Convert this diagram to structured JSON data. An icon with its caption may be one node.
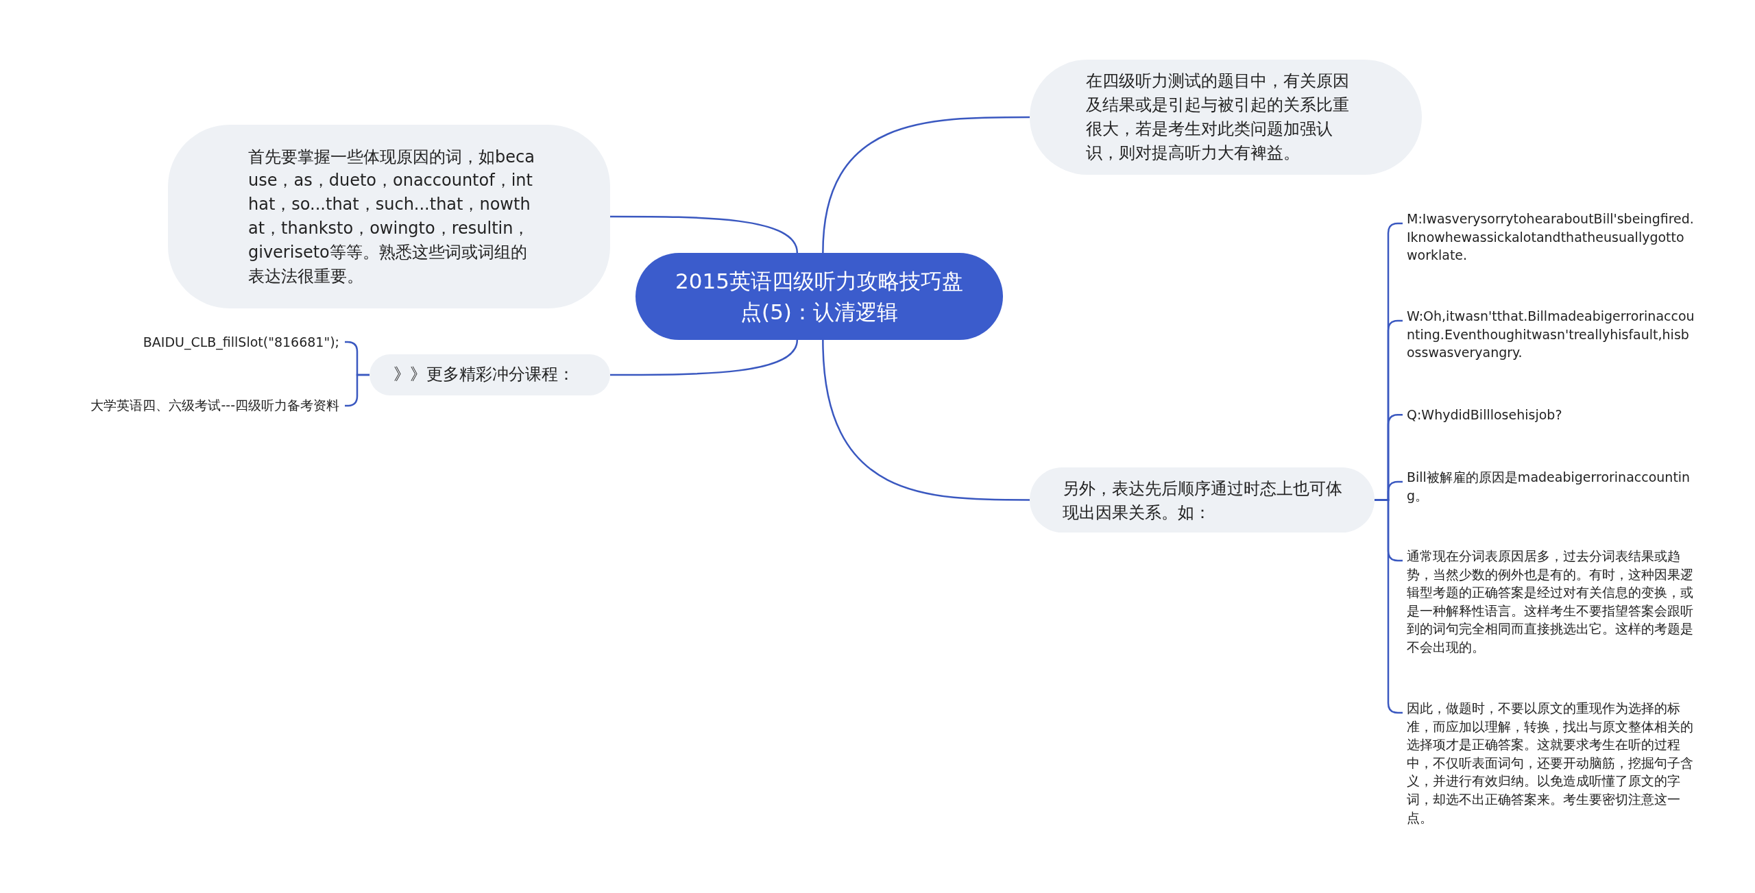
{
  "diagram": {
    "nodes": [
      {
        "text": [
          "2015英语四级听力攻略技巧盘点(5)：认清逻辑"
        ]
      },
      {
        "text": [
          "首先要掌握一些体现原因的词，如because，as，dueto，onaccountof，inthat，so...that，such...that，nowthat，thanksto，owingto，resultin，giveriseto等等。熟悉这些词或词组的表达法很重要。"
        ]
      },
      {
        "text": [
          "》》更多精彩冲分课程："
        ]
      },
      {
        "text": [
          "BAIDU_CLB_fillSlot(\"816681\");"
        ]
      },
      {
        "text": [
          "大学英语四、六级考试---四级听力备考资料"
        ]
      },
      {
        "text": [
          "在四级听力测试的题目中，有关原因及结果或是引起与被引起的关系比重很大，若是考生对此类问题加强认识，则对提高听力大有裨益。"
        ]
      },
      {
        "text": [
          "另外，表达先后顺序通过时态上也可体现出因果关系。如："
        ]
      },
      {
        "text": [
          "M:IwasverysorrytohearaboutBill'sbeingfired.Iknowhewassickalotandthatheusuallygottoworklate."
        ]
      },
      {
        "text": [
          "W:Oh,itwasn'tthat.Billmadeabigerrorinaccounting.Eventhoughitwasn'treallyhisfault,hisbosswasveryangry."
        ]
      },
      {
        "text": [
          "Q:WhydidBilllosehisjob?"
        ]
      },
      {
        "text": [
          "Bill被解雇的原因是madeabigerrorinaccounting。"
        ]
      },
      {
        "text": [
          "通常现在分词表原因居多，过去分词表结果或趋势，当然少数的例外也是有的。有时，这种因果逻辑型考题的正确答案是经过对有关信息的变换，或是一种解释性语言。这样考生不要指望答案会跟听到的词句完全相同而直接挑选出它。这样的考题是不会出现的。"
        ]
      },
      {
        "text": [
          "因此，做题时，不要以原文的重现作为选择的标准，而应加以理解，转换，找出与原文整体相关的选择项才是正确答案。这就要求考生在听的过程中，不仅听表面词句，还要开动脑筋，挖掘句子含义，并进行有效归纳。以免造成听懂了原文的字词，却选不出正确答案来。考生要密切注意这一点。"
        ]
      }
    ],
    "edges": [
      {
        "from": 0,
        "to": 1,
        "arrow": "none"
      },
      {
        "from": 0,
        "to": 2,
        "arrow": "none"
      },
      {
        "from": 2,
        "to": 3,
        "arrow": "none"
      },
      {
        "from": 2,
        "to": 4,
        "arrow": "none"
      },
      {
        "from": 0,
        "to": 5,
        "arrow": "none"
      },
      {
        "from": 0,
        "to": 6,
        "arrow": "none"
      },
      {
        "from": 6,
        "to": 7,
        "arrow": "none"
      },
      {
        "from": 6,
        "to": 8,
        "arrow": "none"
      },
      {
        "from": 6,
        "to": 9,
        "arrow": "none"
      },
      {
        "from": 6,
        "to": 10,
        "arrow": "none"
      },
      {
        "from": 6,
        "to": 11,
        "arrow": "none"
      },
      {
        "from": 6,
        "to": 12,
        "arrow": "none"
      }
    ]
  }
}
